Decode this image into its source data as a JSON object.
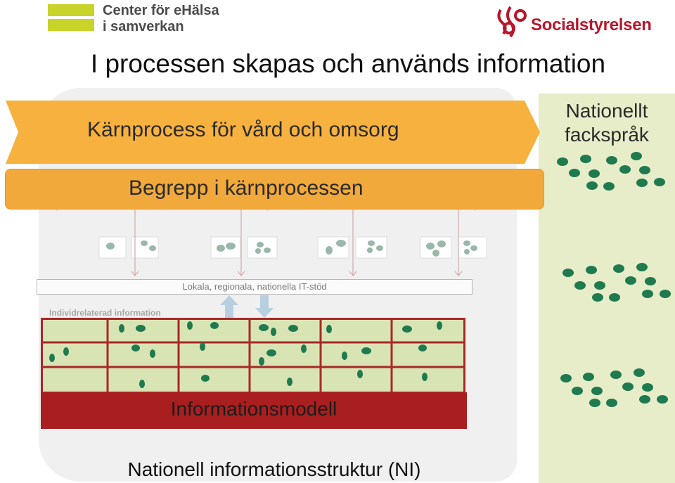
{
  "logos": {
    "center_line1": "Center för eHälsa",
    "center_line2": "i samverkan",
    "socialstyrelsen": "Socialstyrelsen"
  },
  "title": "I processen skapas och används information",
  "banner": "Kärnprocess för vård och omsorg",
  "begrepp": "Begrepp i kärnprocessen",
  "right_panel": {
    "line1": "Nationellt",
    "line2": "fackspråk"
  },
  "it_support": "Lokala, regionala, nationella IT-stöd",
  "individual_info": "Individrelaterad information",
  "information_model": "Informationsmodell",
  "bottom_title": "Nationell informationsstruktur (NI)",
  "colors": {
    "orange": "#f2a93b",
    "orange_banner": "#f6b13f",
    "green_dot": "#1f7a4f",
    "red": "#a91f1f",
    "panel_green": "#e6edc8",
    "grid_fill": "#d9e4b4"
  }
}
